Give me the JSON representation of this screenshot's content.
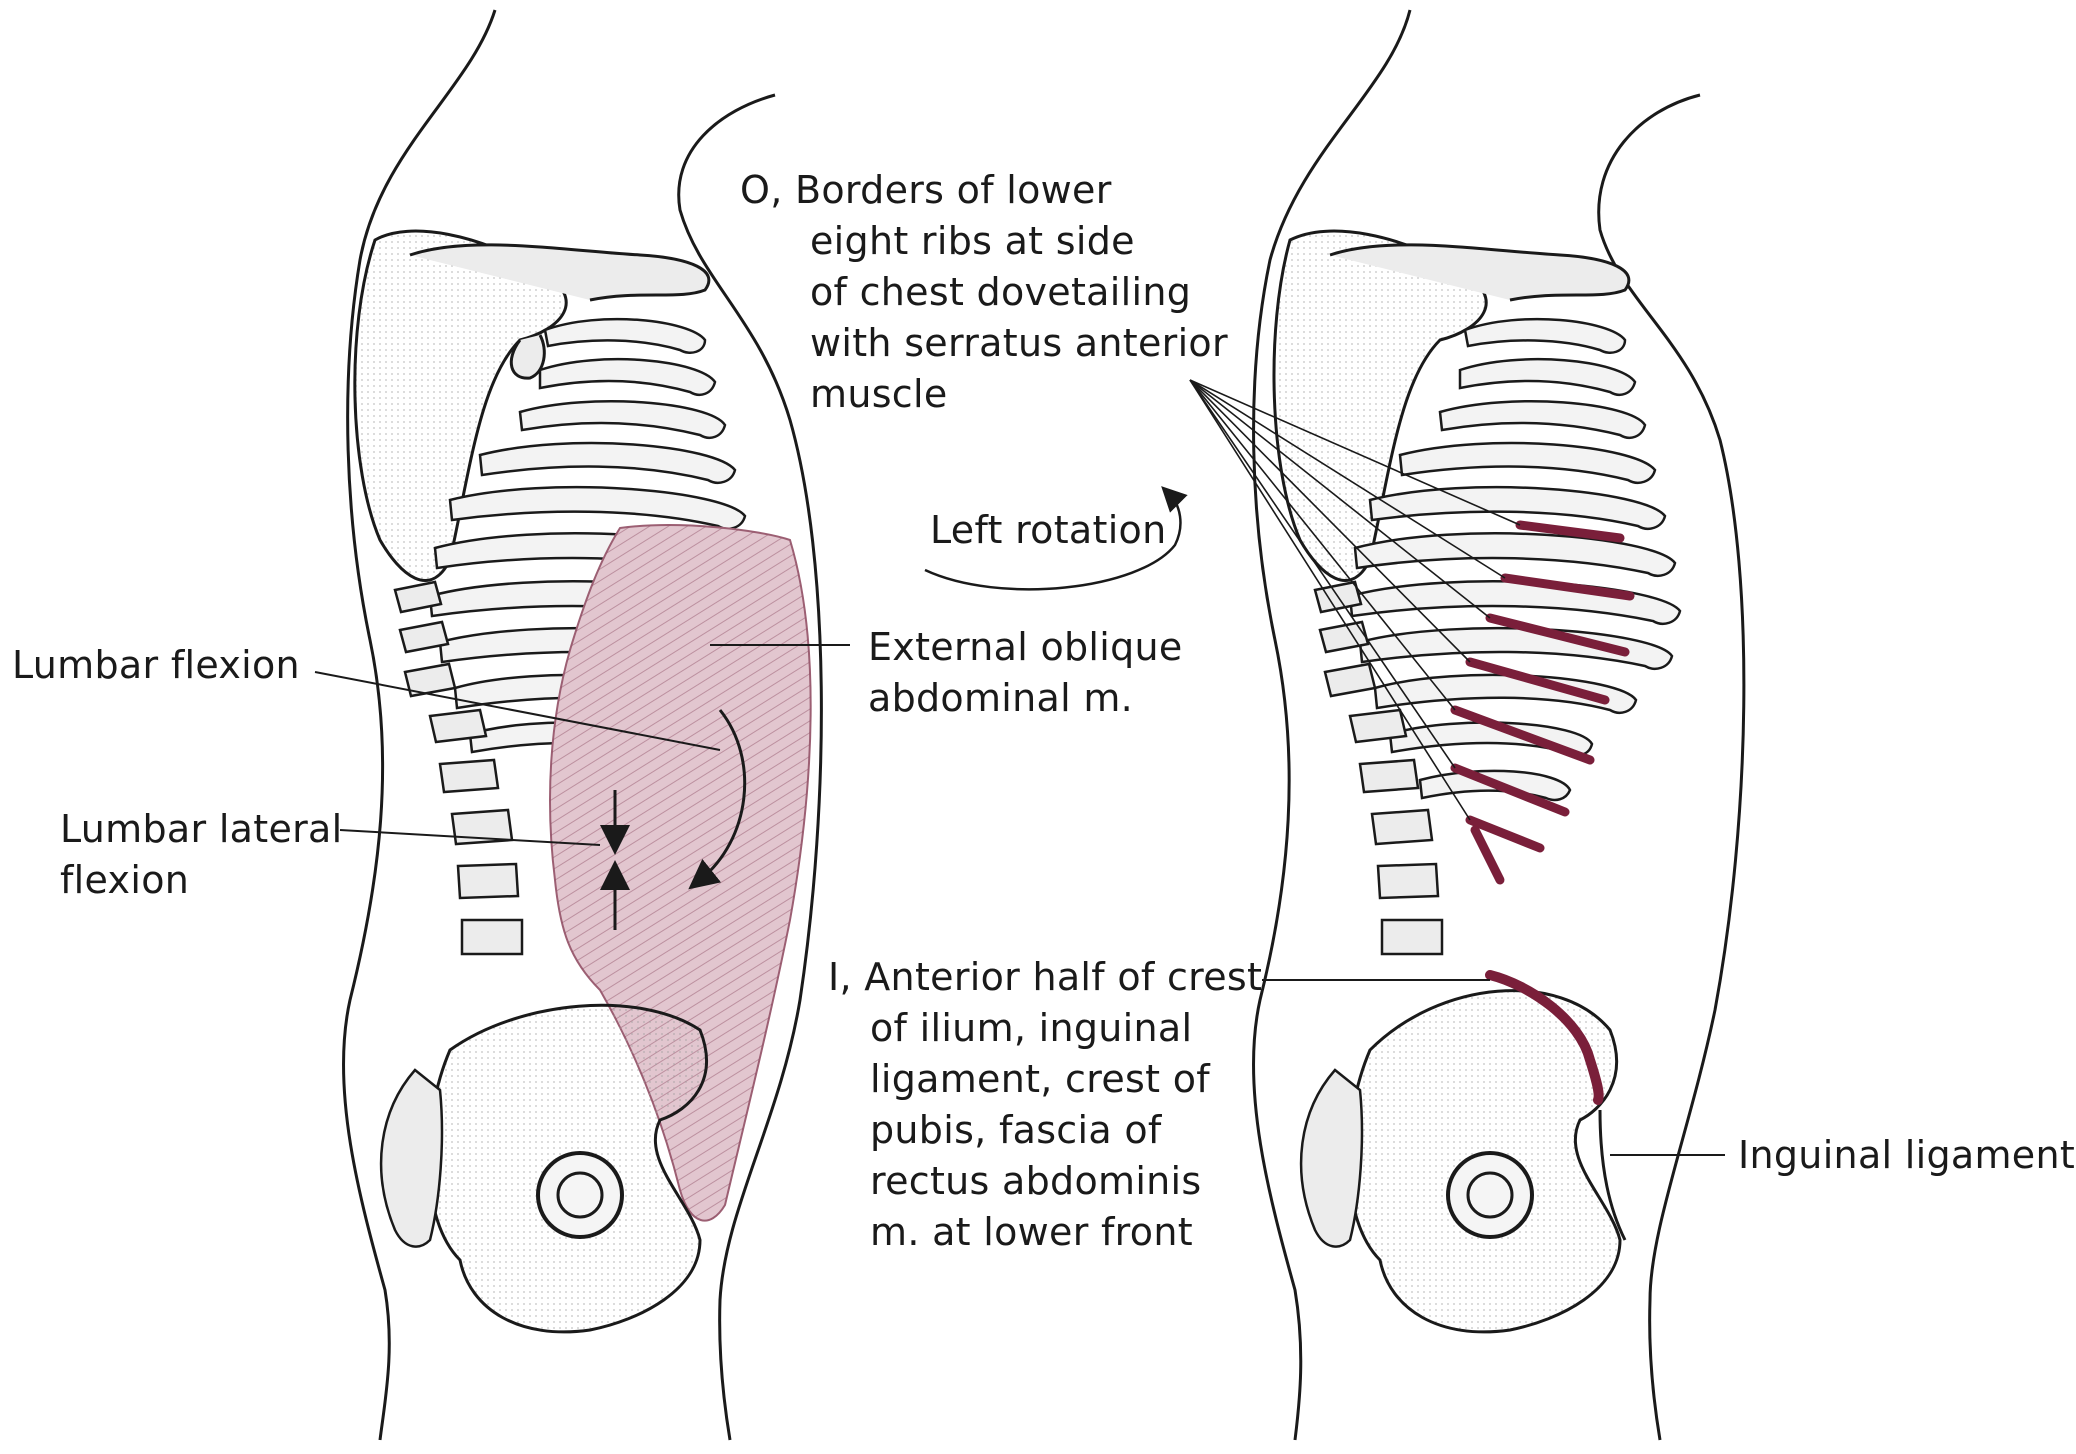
{
  "figure": {
    "labels": {
      "lumbar_flexion": "Lumbar flexion",
      "lumbar_lateral_flexion": [
        "Lumbar lateral",
        "flexion"
      ],
      "external_oblique": [
        "External oblique",
        "abdominal m."
      ],
      "left_rotation": "Left rotation",
      "origin": [
        "O, Borders of lower",
        "eight ribs at side",
        "of chest dovetailing",
        "with serratus anterior",
        "muscle"
      ],
      "insertion": [
        "I, Anterior half of crest",
        "of ilium, inguinal",
        "ligament, crest of",
        "pubis, fascia of",
        "rectus abdominis",
        "m. at lower front"
      ],
      "inguinal_ligament": "Inguinal ligament"
    },
    "colors": {
      "muscle_fill": "#c9a0ad",
      "muscle_stroke": "#9c5f73",
      "attachment": "#7a1f3a",
      "bone_fill": "#e6e6e6",
      "line": "#1a1a1a"
    }
  }
}
